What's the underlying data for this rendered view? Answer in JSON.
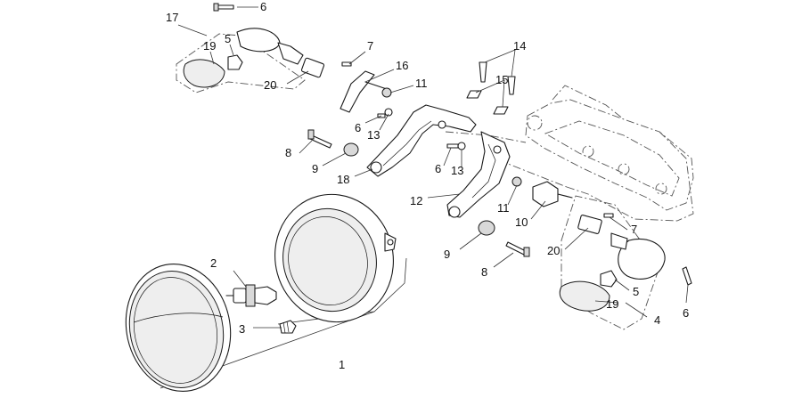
{
  "labels": {
    "l1": "1",
    "l2": "2",
    "l3": "3",
    "l4": "4",
    "l5a": "5",
    "l5b": "5",
    "l6a": "6",
    "l6b": "6",
    "l6c": "6",
    "l6d": "6",
    "l7a": "7",
    "l7b": "7",
    "l8a": "8",
    "l8b": "8",
    "l9a": "9",
    "l9b": "9",
    "l10": "10",
    "l11a": "11",
    "l11b": "11",
    "l12": "12",
    "l13a": "13",
    "l13b": "13",
    "l14": "14",
    "l15": "15",
    "l16": "16",
    "l17": "17",
    "l18": "18",
    "l19a": "19",
    "l19b": "19",
    "l20a": "20",
    "l20b": "20"
  }
}
